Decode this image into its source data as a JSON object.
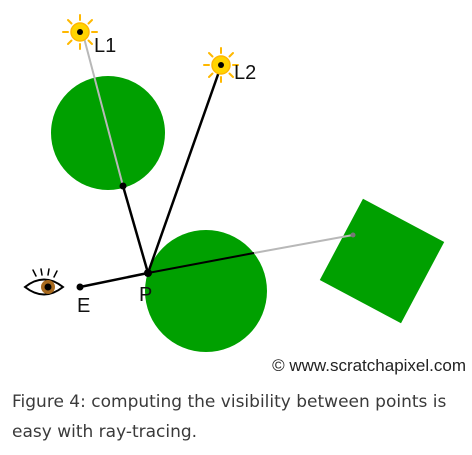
{
  "figure": {
    "labels": {
      "light1": "L1",
      "light2": "L2",
      "point": "P",
      "eye": "E"
    },
    "credit": "© www.scratchapixel.com",
    "colors": {
      "shape_fill": "#00a000",
      "sun_yellow": "#ffd400",
      "sun_ray": "#ffb800",
      "ray_dark": "#000000",
      "ray_light": "#b8b8b8",
      "iris": "#a86a1e"
    },
    "icons": [
      "sun-icon",
      "eye-icon"
    ]
  },
  "caption": {
    "text": "Figure 4: computing the visibility between points is easy with ray-tracing."
  }
}
